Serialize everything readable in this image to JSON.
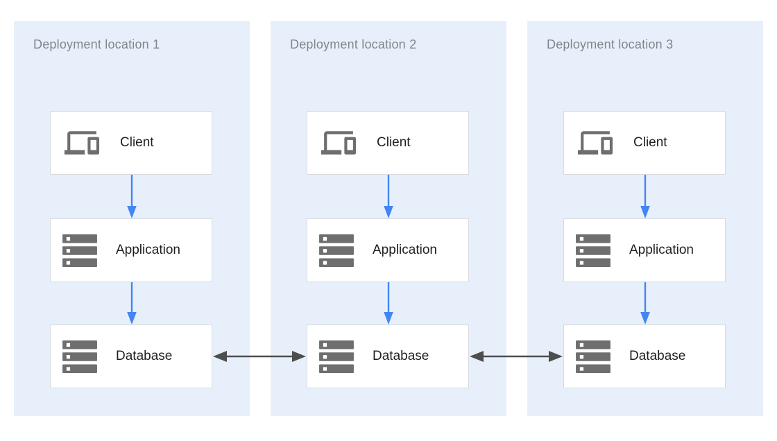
{
  "diagram": {
    "description": "Three deployment locations, each with a Client, Application, and Database tier; databases replicate bidirectionally across locations",
    "panels": [
      {
        "title": "Deployment location 1",
        "nodes": [
          {
            "label": "Client",
            "icon": "devices-icon"
          },
          {
            "label": "Application",
            "icon": "server-stack-icon"
          },
          {
            "label": "Database",
            "icon": "server-stack-icon"
          }
        ]
      },
      {
        "title": "Deployment location 2",
        "nodes": [
          {
            "label": "Client",
            "icon": "devices-icon"
          },
          {
            "label": "Application",
            "icon": "server-stack-icon"
          },
          {
            "label": "Database",
            "icon": "server-stack-icon"
          }
        ]
      },
      {
        "title": "Deployment location 3",
        "nodes": [
          {
            "label": "Client",
            "icon": "devices-icon"
          },
          {
            "label": "Application",
            "icon": "server-stack-icon"
          },
          {
            "label": "Database",
            "icon": "server-stack-icon"
          }
        ]
      }
    ],
    "connections": [
      {
        "from": "Client",
        "to": "Application",
        "type": "directed-down",
        "scope": "within each location",
        "color": "#4285F4"
      },
      {
        "from": "Application",
        "to": "Database",
        "type": "directed-down",
        "scope": "within each location",
        "color": "#4285F4"
      },
      {
        "from": "Database (location 1)",
        "to": "Database (location 2)",
        "type": "bidirectional",
        "color": "#4D4D4D"
      },
      {
        "from": "Database (location 2)",
        "to": "Database (location 3)",
        "type": "bidirectional",
        "color": "#4D4D4D"
      }
    ],
    "colors": {
      "panel_background": "#E7F0FA",
      "node_background": "#FFFFFF",
      "node_border": "#D7DADE",
      "icon_gray": "#6E6E6E",
      "title_text": "#80868B",
      "label_text": "#1F1F1F",
      "arrow_blue": "#4285F4",
      "arrow_dark": "#4D4D4D",
      "page_background": "#FFFFFF"
    }
  }
}
